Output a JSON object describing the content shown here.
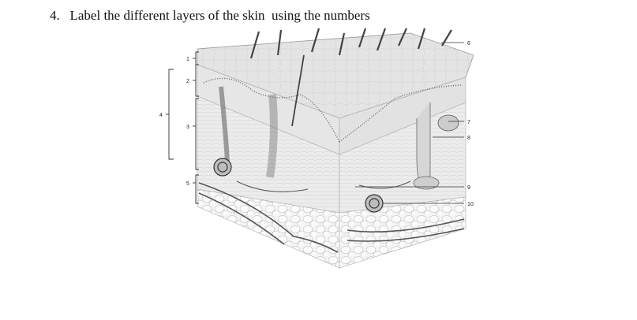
{
  "question": {
    "number": "4.",
    "text": "Label the different layers of the skin  using the numbers"
  },
  "labels": [
    "1",
    "2",
    "3",
    "4",
    "5",
    "6",
    "7",
    "8",
    "9",
    "10"
  ]
}
